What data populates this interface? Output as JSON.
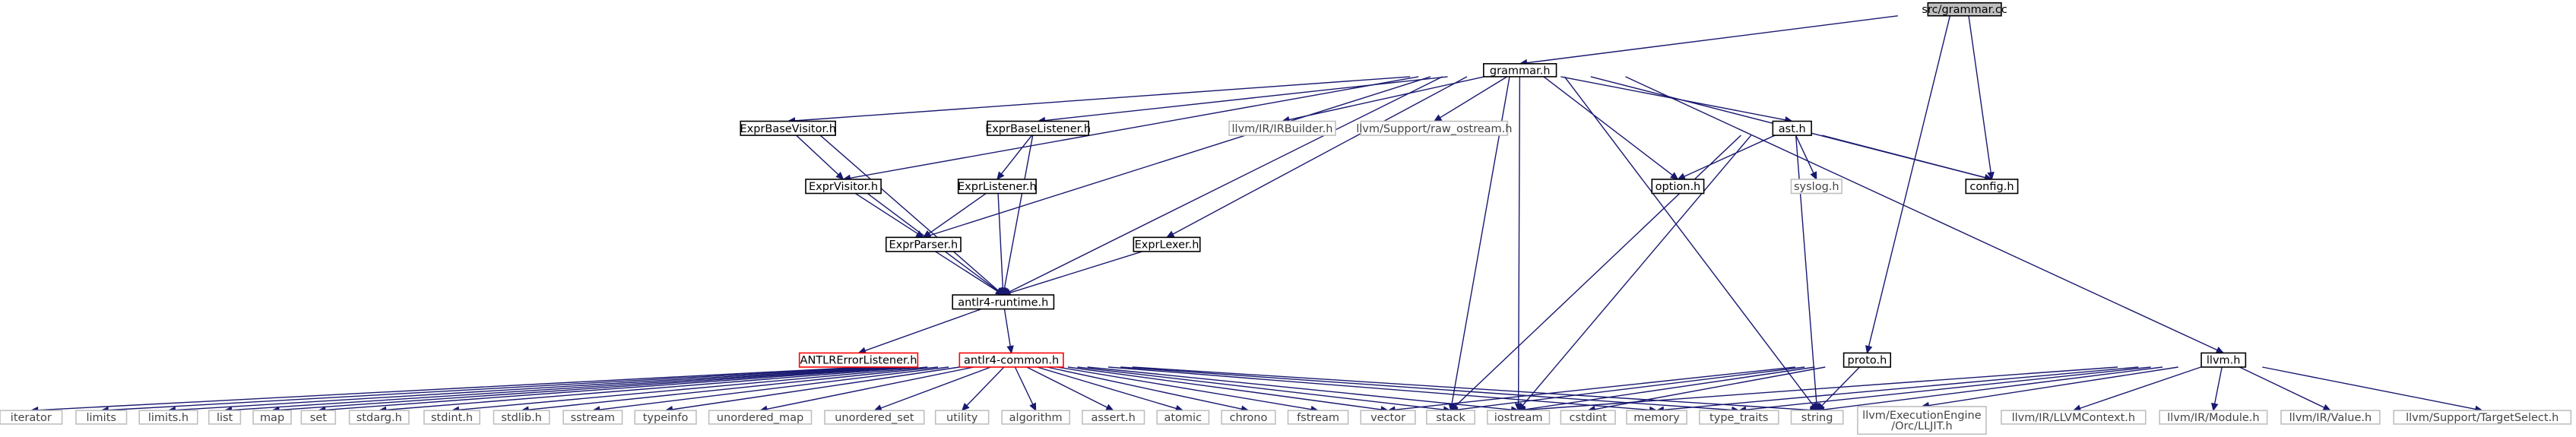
{
  "graph": {
    "title": "",
    "nodes": [
      {
        "id": "grammar_cc",
        "label": "src/grammar.cc",
        "kind": "root"
      },
      {
        "id": "grammar_h",
        "label": "grammar.h",
        "kind": "doc"
      },
      {
        "id": "ExprBaseVisitor_h",
        "label": "ExprBaseVisitor.h",
        "kind": "doc"
      },
      {
        "id": "ExprBaseListener_h",
        "label": "ExprBaseListener.h",
        "kind": "doc"
      },
      {
        "id": "IRBuilder_h",
        "label": "llvm/IR/IRBuilder.h",
        "kind": "ext"
      },
      {
        "id": "raw_ostream_h",
        "label": "llvm/Support/raw_ostream.h",
        "kind": "ext"
      },
      {
        "id": "ast_h",
        "label": "ast.h",
        "kind": "doc"
      },
      {
        "id": "ExprVisitor_h",
        "label": "ExprVisitor.h",
        "kind": "doc"
      },
      {
        "id": "ExprListener_h",
        "label": "ExprListener.h",
        "kind": "doc"
      },
      {
        "id": "ExprParser_h",
        "label": "ExprParser.h",
        "kind": "doc"
      },
      {
        "id": "ExprLexer_h",
        "label": "ExprLexer.h",
        "kind": "doc"
      },
      {
        "id": "option_h",
        "label": "option.h",
        "kind": "doc"
      },
      {
        "id": "syslog_h",
        "label": "syslog.h",
        "kind": "ext"
      },
      {
        "id": "config_h",
        "label": "config.h",
        "kind": "doc"
      },
      {
        "id": "antlr4_runtime_h",
        "label": "antlr4-runtime.h",
        "kind": "doc"
      },
      {
        "id": "ANTLRErrorListener_h",
        "label": "ANTLRErrorListener.h",
        "kind": "trunc"
      },
      {
        "id": "antlr4_common_h",
        "label": "antlr4-common.h",
        "kind": "trunc"
      },
      {
        "id": "proto_h",
        "label": "proto.h",
        "kind": "doc"
      },
      {
        "id": "llvm_h",
        "label": "llvm.h",
        "kind": "doc"
      },
      {
        "id": "iterator",
        "label": "iterator",
        "kind": "ext"
      },
      {
        "id": "limits",
        "label": "limits",
        "kind": "ext"
      },
      {
        "id": "limits_h",
        "label": "limits.h",
        "kind": "ext"
      },
      {
        "id": "list",
        "label": "list",
        "kind": "ext"
      },
      {
        "id": "map",
        "label": "map",
        "kind": "ext"
      },
      {
        "id": "set",
        "label": "set",
        "kind": "ext"
      },
      {
        "id": "stdarg_h",
        "label": "stdarg.h",
        "kind": "ext"
      },
      {
        "id": "stdint_h",
        "label": "stdint.h",
        "kind": "ext"
      },
      {
        "id": "stdlib_h",
        "label": "stdlib.h",
        "kind": "ext"
      },
      {
        "id": "sstream",
        "label": "sstream",
        "kind": "ext"
      },
      {
        "id": "typeinfo",
        "label": "typeinfo",
        "kind": "ext"
      },
      {
        "id": "unordered_map",
        "label": "unordered_map",
        "kind": "ext"
      },
      {
        "id": "unordered_set",
        "label": "unordered_set",
        "kind": "ext"
      },
      {
        "id": "utility",
        "label": "utility",
        "kind": "ext"
      },
      {
        "id": "algorithm",
        "label": "algorithm",
        "kind": "ext"
      },
      {
        "id": "assert_h",
        "label": "assert.h",
        "kind": "ext"
      },
      {
        "id": "atomic",
        "label": "atomic",
        "kind": "ext"
      },
      {
        "id": "chrono",
        "label": "chrono",
        "kind": "ext"
      },
      {
        "id": "fstream",
        "label": "fstream",
        "kind": "ext"
      },
      {
        "id": "vector",
        "label": "vector",
        "kind": "ext"
      },
      {
        "id": "stack",
        "label": "stack",
        "kind": "ext"
      },
      {
        "id": "iostream",
        "label": "iostream",
        "kind": "ext"
      },
      {
        "id": "cstdint",
        "label": "cstdint",
        "kind": "ext"
      },
      {
        "id": "memory",
        "label": "memory",
        "kind": "ext"
      },
      {
        "id": "type_traits",
        "label": "type_traits",
        "kind": "ext"
      },
      {
        "id": "string",
        "label": "string",
        "kind": "ext"
      },
      {
        "id": "LLJIT_h",
        "label": "llvm/ExecutionEngine\n/Orc/LLJIT.h",
        "kind": "ext"
      },
      {
        "id": "LLVMContext_h",
        "label": "llvm/IR/LLVMContext.h",
        "kind": "ext"
      },
      {
        "id": "Module_h",
        "label": "llvm/IR/Module.h",
        "kind": "ext"
      },
      {
        "id": "Value_h",
        "label": "llvm/IR/Value.h",
        "kind": "ext"
      },
      {
        "id": "TargetSelect_h",
        "label": "llvm/Support/TargetSelect.h",
        "kind": "ext"
      }
    ],
    "edges": [
      [
        "grammar_cc",
        "grammar_h"
      ],
      [
        "grammar_cc",
        "config_h"
      ],
      [
        "grammar_cc",
        "proto_h"
      ],
      [
        "grammar_h",
        "ExprBaseVisitor_h"
      ],
      [
        "grammar_h",
        "ExprVisitor_h"
      ],
      [
        "grammar_h",
        "ExprParser_h"
      ],
      [
        "grammar_h",
        "ExprBaseListener_h"
      ],
      [
        "grammar_h",
        "ExprLexer_h"
      ],
      [
        "grammar_h",
        "antlr4_runtime_h"
      ],
      [
        "grammar_h",
        "IRBuilder_h"
      ],
      [
        "grammar_h",
        "raw_ostream_h"
      ],
      [
        "grammar_h",
        "ast_h"
      ],
      [
        "grammar_h",
        "option_h"
      ],
      [
        "grammar_h",
        "config_h"
      ],
      [
        "grammar_h",
        "stack"
      ],
      [
        "grammar_h",
        "iostream"
      ],
      [
        "grammar_h",
        "string"
      ],
      [
        "grammar_h",
        "llvm_h"
      ],
      [
        "ExprBaseVisitor_h",
        "ExprVisitor_h"
      ],
      [
        "ExprBaseVisitor_h",
        "antlr4_runtime_h"
      ],
      [
        "ExprVisitor_h",
        "ExprParser_h"
      ],
      [
        "ExprVisitor_h",
        "antlr4_runtime_h"
      ],
      [
        "ExprBaseListener_h",
        "ExprListener_h"
      ],
      [
        "ExprBaseListener_h",
        "antlr4_runtime_h"
      ],
      [
        "ExprListener_h",
        "ExprParser_h"
      ],
      [
        "ExprListener_h",
        "antlr4_runtime_h"
      ],
      [
        "ExprParser_h",
        "antlr4_runtime_h"
      ],
      [
        "ExprLexer_h",
        "antlr4_runtime_h"
      ],
      [
        "antlr4_runtime_h",
        "ANTLRErrorListener_h"
      ],
      [
        "antlr4_runtime_h",
        "antlr4_common_h"
      ],
      [
        "ast_h",
        "option_h"
      ],
      [
        "ast_h",
        "syslog_h"
      ],
      [
        "ast_h",
        "config_h"
      ],
      [
        "ast_h",
        "stack"
      ],
      [
        "ast_h",
        "iostream"
      ],
      [
        "ast_h",
        "string"
      ],
      [
        "antlr4_common_h",
        "iterator"
      ],
      [
        "antlr4_common_h",
        "limits"
      ],
      [
        "antlr4_common_h",
        "limits_h"
      ],
      [
        "antlr4_common_h",
        "list"
      ],
      [
        "antlr4_common_h",
        "map"
      ],
      [
        "antlr4_common_h",
        "set"
      ],
      [
        "antlr4_common_h",
        "stdarg_h"
      ],
      [
        "antlr4_common_h",
        "stdint_h"
      ],
      [
        "antlr4_common_h",
        "stdlib_h"
      ],
      [
        "antlr4_common_h",
        "sstream"
      ],
      [
        "antlr4_common_h",
        "typeinfo"
      ],
      [
        "antlr4_common_h",
        "unordered_map"
      ],
      [
        "antlr4_common_h",
        "unordered_set"
      ],
      [
        "antlr4_common_h",
        "utility"
      ],
      [
        "antlr4_common_h",
        "algorithm"
      ],
      [
        "antlr4_common_h",
        "assert_h"
      ],
      [
        "antlr4_common_h",
        "atomic"
      ],
      [
        "antlr4_common_h",
        "chrono"
      ],
      [
        "antlr4_common_h",
        "fstream"
      ],
      [
        "antlr4_common_h",
        "vector"
      ],
      [
        "antlr4_common_h",
        "stack"
      ],
      [
        "antlr4_common_h",
        "iostream"
      ],
      [
        "antlr4_common_h",
        "memory"
      ],
      [
        "antlr4_common_h",
        "type_traits"
      ],
      [
        "antlr4_common_h",
        "string"
      ],
      [
        "proto_h",
        "vector"
      ],
      [
        "proto_h",
        "stack"
      ],
      [
        "proto_h",
        "iostream"
      ],
      [
        "proto_h",
        "cstdint"
      ],
      [
        "proto_h",
        "string"
      ],
      [
        "llvm_h",
        "memory"
      ],
      [
        "llvm_h",
        "type_traits"
      ],
      [
        "llvm_h",
        "string"
      ],
      [
        "llvm_h",
        "LLJIT_h"
      ],
      [
        "llvm_h",
        "LLVMContext_h"
      ],
      [
        "llvm_h",
        "Module_h"
      ],
      [
        "llvm_h",
        "Value_h"
      ],
      [
        "llvm_h",
        "TargetSelect_h"
      ],
      [
        "llvm_h",
        "iostream"
      ]
    ]
  }
}
